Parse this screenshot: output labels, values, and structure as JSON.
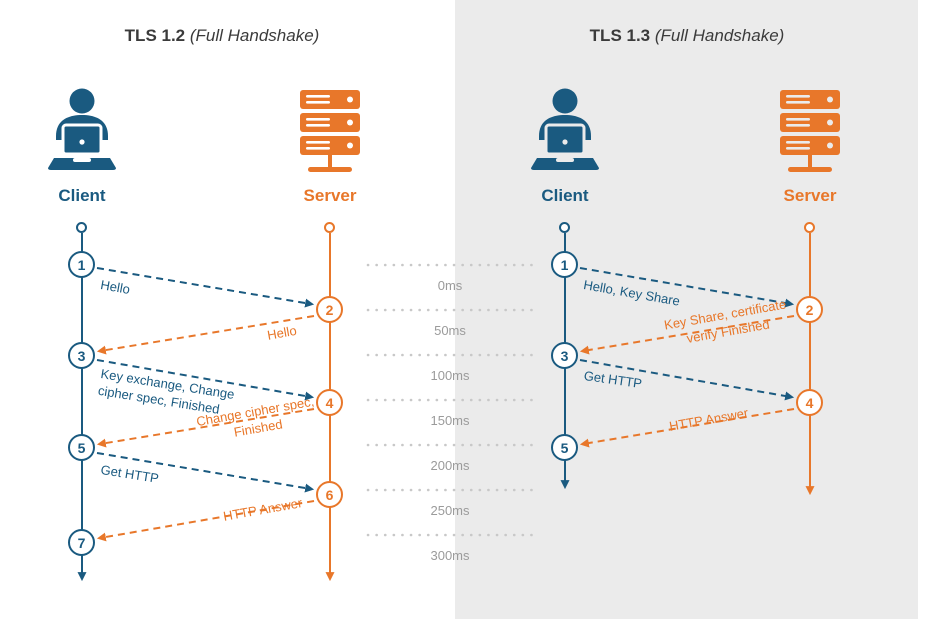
{
  "colors": {
    "client_blue": "#1a5a80",
    "server_orange": "#e8772a",
    "panel_gray": "#ebebeb",
    "time_label_gray": "#9b9b9b"
  },
  "titles": {
    "left": {
      "name": "TLS 1.2",
      "qualifier": "(Full Handshake)"
    },
    "right": {
      "name": "TLS 1.3",
      "qualifier": "(Full Handshake)"
    }
  },
  "tls12": {
    "client_label": "Client",
    "server_label": "Server",
    "client_nodes": [
      "1",
      "3",
      "5",
      "7"
    ],
    "server_nodes": [
      "2",
      "4",
      "6"
    ],
    "messages": {
      "m1": {
        "line1": "Hello"
      },
      "m2": {
        "line1": "Hello"
      },
      "m3": {
        "line1": "Key exchange, Change",
        "line2": "cipher spec, Finished"
      },
      "m4": {
        "line1": "Change cipher spec,",
        "line2": "Finished"
      },
      "m5": {
        "line1": "Get HTTP"
      },
      "m6": {
        "line1": "HTTP Answer"
      }
    }
  },
  "tls13": {
    "client_label": "Client",
    "server_label": "Server",
    "client_nodes": [
      "1",
      "3",
      "5"
    ],
    "server_nodes": [
      "2",
      "4"
    ],
    "messages": {
      "m1": {
        "line1": "Hello, Key Share"
      },
      "m2": {
        "line1": "Key Share, certificate",
        "line2": "verify  Finished"
      },
      "m3": {
        "line1": "Get HTTP"
      },
      "m4": {
        "line1": "HTTP Answer"
      }
    }
  },
  "time_axis": {
    "labels": [
      "0ms",
      "50ms",
      "100ms",
      "150ms",
      "200ms",
      "250ms",
      "300ms"
    ]
  }
}
